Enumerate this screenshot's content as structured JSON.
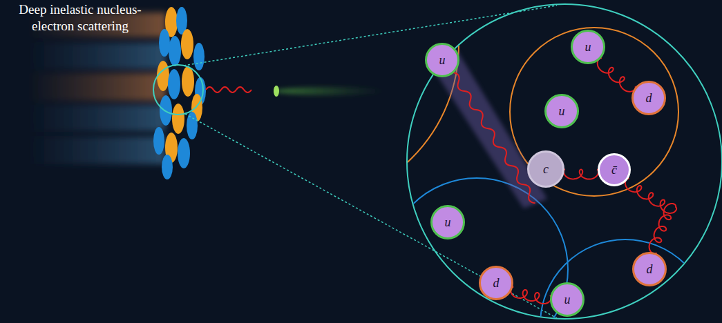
{
  "diagram": {
    "title": "Deep inelastic nucleus-electron scattering",
    "nodes": [
      {
        "text": [
          "u"
        ]
      },
      {
        "text": [
          "u"
        ]
      },
      {
        "text": [
          "u"
        ]
      },
      {
        "text": [
          "d"
        ]
      },
      {
        "text": [
          "c"
        ]
      },
      {
        "text": [
          "c̄"
        ]
      },
      {
        "text": [
          "u"
        ]
      },
      {
        "text": [
          "d"
        ]
      },
      {
        "text": [
          "u"
        ]
      },
      {
        "text": [
          "d"
        ]
      }
    ],
    "edges": [
      {
        "from": 1,
        "to": 3,
        "arrow": "none"
      },
      {
        "from": 4,
        "to": 5,
        "arrow": "none"
      },
      {
        "from": 5,
        "to": 9,
        "arrow": "none"
      },
      {
        "from": 7,
        "to": 8,
        "arrow": "none"
      }
    ]
  }
}
